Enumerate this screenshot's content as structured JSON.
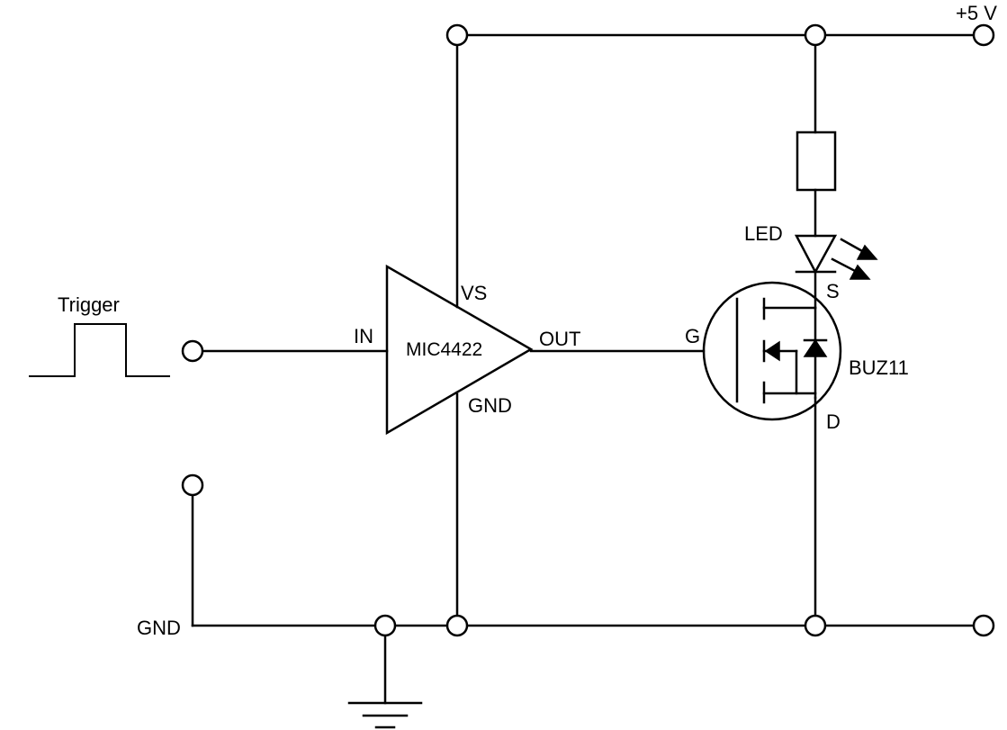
{
  "labels": {
    "supply": "+5 V",
    "trigger": "Trigger",
    "driver_in": "IN",
    "driver_name": "MIC4422",
    "driver_vs": "VS",
    "driver_out": "OUT",
    "driver_gnd": "GND",
    "led": "LED",
    "mosfet_g": "G",
    "mosfet_s": "S",
    "mosfet_d": "D",
    "mosfet_name": "BUZ11",
    "ground": "GND"
  }
}
